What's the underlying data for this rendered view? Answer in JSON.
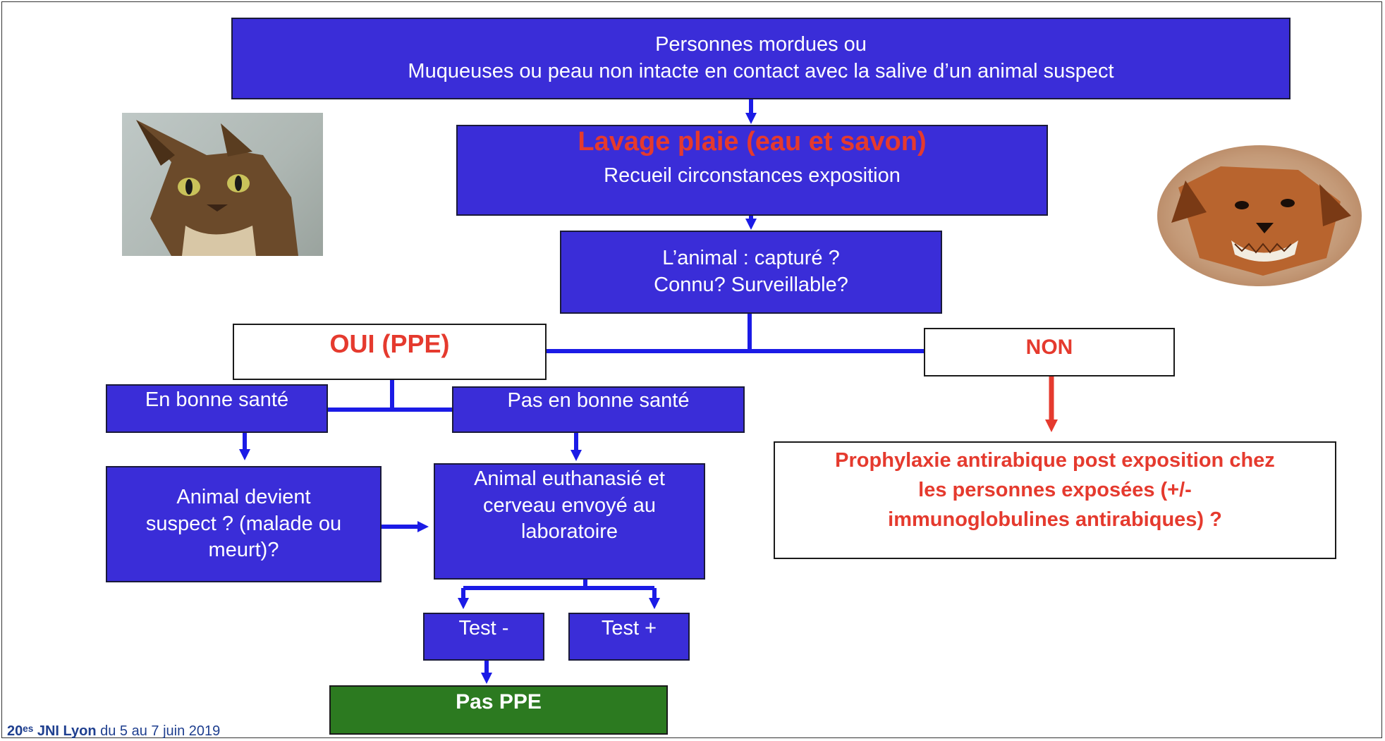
{
  "top_box": {
    "line1": "Personnes mordues ou",
    "line2": "Muqueuses ou peau non intacte en contact avec la salive d’un animal suspect"
  },
  "wash_box": {
    "title": "Lavage plaie (eau et savon)",
    "subtitle": "Recueil circonstances exposition"
  },
  "animal_box": {
    "line1": "L’animal : capturé ?",
    "line2": "Connu? Surveillable?"
  },
  "oui_box": "OUI (PPE)",
  "non_box": "NON",
  "healthy_box": "En bonne santé",
  "not_healthy_box": "Pas en bonne santé",
  "suspect_box": {
    "line1": "Animal devient",
    "line2": "suspect ? (malade ou",
    "line3": "meurt)?"
  },
  "euthanized_box": {
    "line1": "Animal euthanasié et",
    "line2": "cerveau envoyé au",
    "line3": "laboratoire"
  },
  "test_neg": "Test -",
  "test_pos": "Test +",
  "no_ppe": "Pas PPE",
  "prophylaxis_box": {
    "line1": "Prophylaxie antirabique post exposition chez",
    "line2": "les personnes exposées (+/-",
    "line3": "immunoglobulines antirabiques) ?"
  },
  "footer": {
    "edition": "20ᵉˢ JNI",
    "city": "Lyon",
    "dates": "du 5 au 7 juin 2019"
  },
  "colors": {
    "box_blue": "#3a2dd8",
    "connector_blue": "#1b1be6",
    "alert_red": "#e53a2e",
    "green": "#2c7a20"
  },
  "images": [
    "cat-photo",
    "dog-photo"
  ]
}
